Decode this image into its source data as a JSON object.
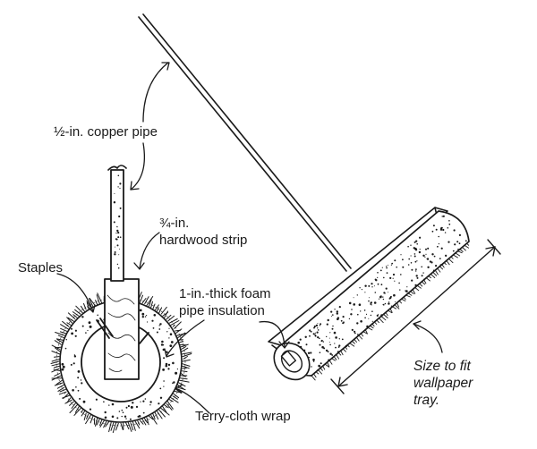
{
  "labels": {
    "copper_pipe": "½-in. copper pipe",
    "hardwood_strip_line1": "¾-in.",
    "hardwood_strip_line2": "hardwood strip",
    "staples": "Staples",
    "foam_line1": "1-in.-thick foam",
    "foam_line2": "pipe insulation",
    "terry_cloth": "Terry-cloth wrap",
    "size_line1": "Size to fit",
    "size_line2": "wallpaper",
    "size_line3": "tray."
  },
  "colors": {
    "ink": "#1a1a1a",
    "background": "#ffffff"
  }
}
